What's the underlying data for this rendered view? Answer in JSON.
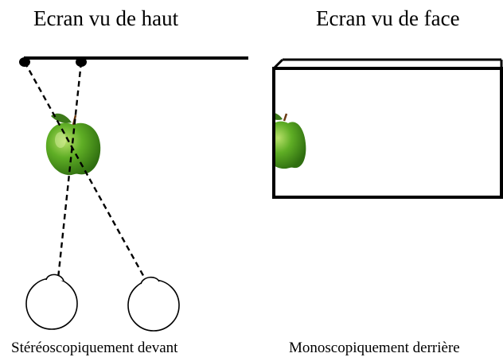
{
  "left_panel": {
    "title": "Ecran vu de haut",
    "caption": "Stéréoscopiquement devant"
  },
  "right_panel": {
    "title": "Ecran vu de face",
    "caption": "Monoscopiquement derrière"
  },
  "colors": {
    "line": "#000000",
    "apple_green": "#4a9a1c",
    "apple_highlight": "#a8d85a",
    "background": "#ffffff"
  }
}
